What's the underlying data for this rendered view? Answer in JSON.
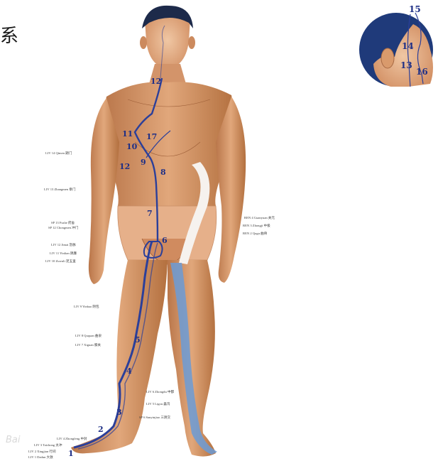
{
  "corner_glyph": "系",
  "watermark": "Bai",
  "head_numbers": [
    "15",
    "14",
    "13",
    "16"
  ],
  "body_numbers": [
    "12",
    "11",
    "10",
    "17",
    "9",
    "8",
    "12",
    "7",
    "6",
    "5",
    "4",
    "3",
    "2",
    "1"
  ],
  "left_labels": [
    "LIV 14 Qimen 期门",
    "LIV 13 Zhangmen 章门",
    "SP 13 Fushe 府舍",
    "SP 12 Chongmen 冲门",
    "LIV 12 Jimai 急脉",
    "LIV 11 Yinlian 阴廉",
    "LIV 10 Zuwuli 足五里",
    "LIV 9 Yinbao 阴包",
    "LIV 8 Ququan 曲泉",
    "LIV 7 Xiguan 膝关"
  ],
  "right_labels": [
    "REN 4 Guanyuan 关元",
    "REN 3 Zhongji 中极",
    "REN 2 Qugu 曲骨"
  ],
  "lower_labels": [
    "LIV 6 Zhongdu 中都",
    "LIV 5 Ligou 蠡沟",
    "SP 6 Sanyinjiao 三阴交"
  ],
  "foot_labels": [
    "LIV 4 Zhongfeng 中封",
    "LIV 3 Taichong 太冲",
    "LIV 2 Xingjian 行间",
    "LIV 1 Dadun 大敦"
  ],
  "colors": {
    "channel": "#2b3f9a",
    "skin": "#d99a6c",
    "hair": "#1d2a4a",
    "shorts": "#9b7d6a"
  }
}
